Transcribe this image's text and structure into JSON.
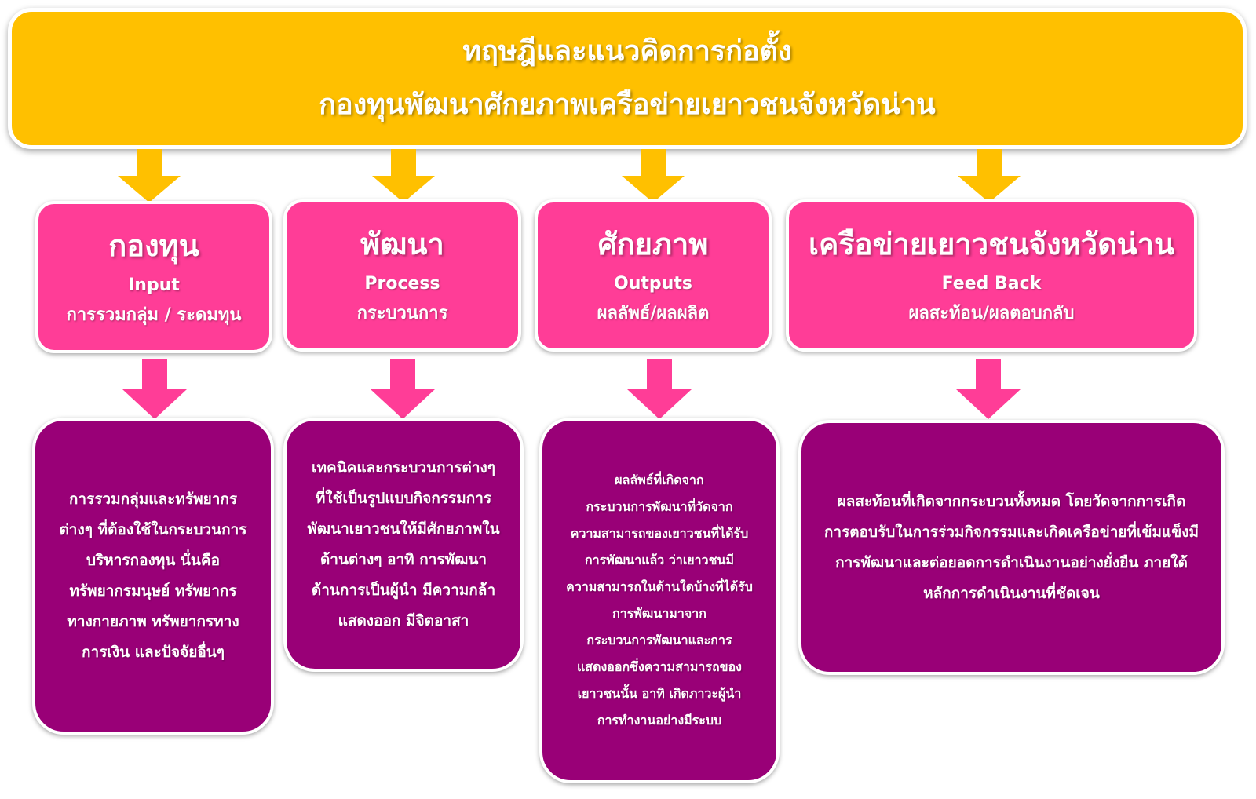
{
  "banner": {
    "line1": "ทฤษฎีและแนวคิดการก่อตั้ง",
    "line2": "กองทุนพัฒนาศักยภาพเครือข่ายเยาวชนจังหวัดน่าน"
  },
  "columns": [
    {
      "title": "กองทุน",
      "english": "Input",
      "thai": "การรวมกลุ่ม / ระดมทุน",
      "description": "การรวมกลุ่มและทรัพยากร\nต่างๆ ที่ต้องใช้ในกระบวนการ\nบริหารกองทุน นั่นคือ\nทรัพยากรมนุษย์ ทรัพยากร\nทางกายภาพ ทรัพยากรทาง\nการเงิน และปัจจัยอื่นๆ"
    },
    {
      "title": "พัฒนา",
      "english": "Process",
      "thai": "กระบวนการ",
      "description": "เทคนิคและกระบวนการต่างๆ\nที่ใช้เป็นรูปแบบกิจกรรมการ\nพัฒนาเยาวชนให้มีศักยภาพใน\nด้านต่างๆ อาทิ การพัฒนา\nด้านการเป็นผู้นำ มีความกล้า\nแสดงออก มีจิตอาสา"
    },
    {
      "title": "ศักยภาพ",
      "english": "Outputs",
      "thai": "ผลลัพธ์/ผลผลิต",
      "description": "ผลลัพธ์ที่เกิดจาก\nกระบวนการพัฒนาที่วัดจาก\nความสามารถของเยาวชนที่ได้รับ\nการพัฒนาแล้ว ว่าเยาวชนมี\nความสามารถในด้านใดบ้างที่ได้รับ\nการพัฒนามาจาก\nกระบวนการพัฒนาและการ\nแสดงออกซึ่งความสามารถของ\nเยาวชนนั้น อาทิ เกิดภาวะผู้นำ\nการทำงานอย่างมีระบบ"
    },
    {
      "title": "เครือข่ายเยาวชนจังหวัดน่าน",
      "english": "Feed Back",
      "thai": "ผลสะท้อน/ผลตอบกลับ",
      "description": "ผลสะท้อนที่เกิดจากกระบวนทั้งหมด โดยวัดจากการเกิด\nการตอบรับในการร่วมกิจกรรมและเกิดเครือข่ายที่เข้มแข็งมี\nการพัฒนาและต่อยอดการดำเนินงานอย่างยั่งยืน ภายใต้\nหลักการดำเนินงานที่ชัดเจน"
    }
  ],
  "colors": {
    "banner": "#FFC000",
    "pink": "#FF3D97",
    "purple": "#990077",
    "text": "#FFFFFF"
  }
}
